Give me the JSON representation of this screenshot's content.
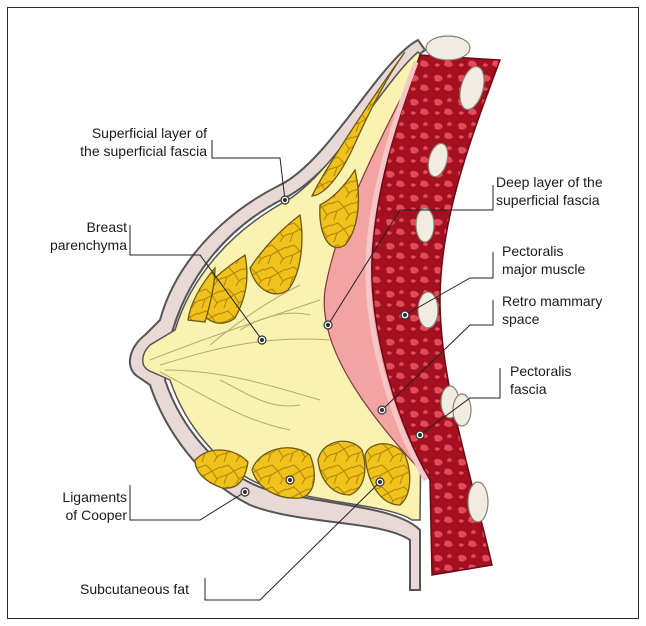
{
  "labels": {
    "superficial_layer_1": "Superficial layer of",
    "superficial_layer_2": "the superficial fascia",
    "deep_layer_1": "Deep layer of the",
    "deep_layer_2": "superficial fascia",
    "breast_parenchyma_1": "Breast",
    "breast_parenchyma_2": "parenchyma",
    "pectoralis_major_1": "Pectoralis",
    "pectoralis_major_2": "major muscle",
    "retro_mammary_1": "Retro mammary",
    "retro_mammary_2": "space",
    "pectoralis_fascia_1": "Pectoralis",
    "pectoralis_fascia_2": "fascia",
    "ligaments_1": "Ligaments",
    "ligaments_2": "of Cooper",
    "subcutaneous_fat": "Subcutaneous fat"
  },
  "colors": {
    "skin": "#e8d8d6",
    "outline": "#555555",
    "parenchyma": "#fbf1b0",
    "fat": "#efc21c",
    "fat_lines": "#b8860b",
    "retromammary": "#f4a3a3",
    "muscle": "#b0142a",
    "muscle_light": "#e24a5c",
    "rib": "#f1ece2"
  }
}
